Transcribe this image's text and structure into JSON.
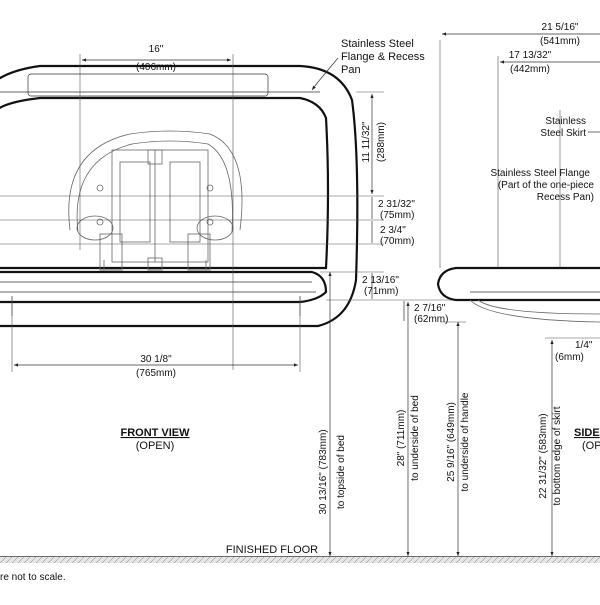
{
  "labels": {
    "flange_recess": [
      "Stainless Steel",
      "Flange & Recess",
      "Pan"
    ],
    "skirt": [
      "Stainless",
      "Steel Skirt"
    ],
    "flange_one_piece": [
      "Stainless Steel Flange",
      "(Part of the one-piece",
      "Recess Pan)"
    ],
    "front_view": "FRONT VIEW",
    "front_view_sub": "(OPEN)",
    "side_view": "SIDE",
    "side_view_sub": "(OP",
    "finished_floor": "FINISHED FLOOR",
    "footnote": "re not to scale."
  },
  "dims": {
    "width_16": "16\"",
    "width_16_mm": "(406mm)",
    "width_30": "30 1/8\"",
    "width_30_mm": "(765mm)",
    "depth_21": "21 5/16\"",
    "depth_21_mm": "(541mm)",
    "depth_17": "17 13/32\"",
    "depth_17_mm": "(442mm)",
    "h_11": "11 11/32\"",
    "h_11_mm": "(288mm)",
    "h_2_31": "2 31/32\"",
    "h_2_31_mm": "(75mm)",
    "h_2_34": "2 3/4\"",
    "h_2_34_mm": "(70mm)",
    "h_2_13": "2 13/16\"",
    "h_2_13_mm": "(71mm)",
    "h_2_7": "2 7/16\"",
    "h_2_7_mm": "(62mm)",
    "h_1_4": "1/4\"",
    "h_1_4_mm": "(6mm)",
    "v_topside": "30 13/16\" (783mm)",
    "v_topside_note": "to topside of bed",
    "v_underside_bed": "28\" (711mm)",
    "v_underside_bed_note": "to underside of bed",
    "v_handle": "25 9/16\" (649mm)",
    "v_handle_note": "to underside of handle",
    "v_skirt": "22 31/32\" (583mm)",
    "v_skirt_note": "to bottom edge of skirt"
  }
}
